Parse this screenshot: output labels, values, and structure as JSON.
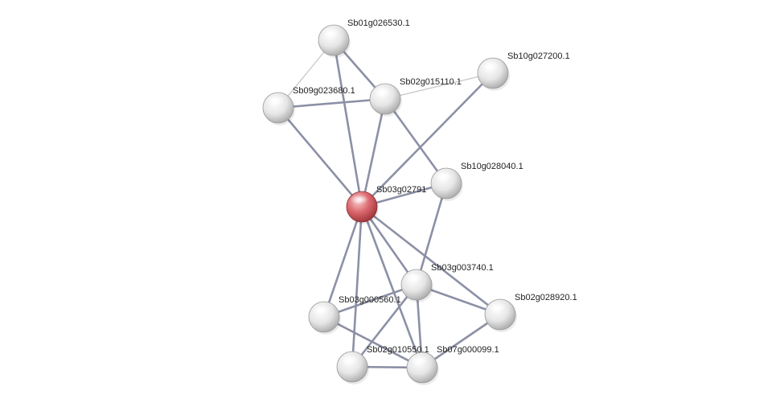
{
  "network": {
    "query_node": "Sb03g02791",
    "colors": {
      "query_node": "#d9646a",
      "neighbor_node": "#e4e4e4",
      "edge_strong": "#8c90a6",
      "edge_weak": "#c8c8c8",
      "label": "#222222"
    },
    "nodes": [
      {
        "id": "sb01",
        "label": "Sb01g026530.1",
        "query": false
      },
      {
        "id": "sb09",
        "label": "Sb09g023680.1",
        "query": false
      },
      {
        "id": "sb02a",
        "label": "Sb02g015110.1",
        "query": false
      },
      {
        "id": "sb10a",
        "label": "Sb10g027200.1",
        "query": false
      },
      {
        "id": "sb10b",
        "label": "Sb10g028040.1",
        "query": false
      },
      {
        "id": "sb03q",
        "label": "Sb03g02791",
        "query": true
      },
      {
        "id": "sb03b",
        "label": "Sb03g003740.1",
        "query": false
      },
      {
        "id": "sb03c",
        "label": "Sb03g000560.1",
        "query": false
      },
      {
        "id": "sb02c",
        "label": "Sb02g028920.1",
        "query": false
      },
      {
        "id": "sb02b",
        "label": "Sb02g010550.1",
        "query": false
      },
      {
        "id": "sb07",
        "label": "Sb07g000099.1",
        "query": false
      }
    ],
    "edges": [
      {
        "source": "sb01",
        "target": "sb09",
        "weak": true
      },
      {
        "source": "sb01",
        "target": "sb02a",
        "weak": false
      },
      {
        "source": "sb01",
        "target": "sb03q",
        "weak": false
      },
      {
        "source": "sb09",
        "target": "sb02a",
        "weak": false
      },
      {
        "source": "sb09",
        "target": "sb03q",
        "weak": false
      },
      {
        "source": "sb02a",
        "target": "sb10a",
        "weak": true
      },
      {
        "source": "sb02a",
        "target": "sb03q",
        "weak": false
      },
      {
        "source": "sb02a",
        "target": "sb10b",
        "weak": false
      },
      {
        "source": "sb10a",
        "target": "sb03q",
        "weak": false
      },
      {
        "source": "sb10b",
        "target": "sb03q",
        "weak": false
      },
      {
        "source": "sb10b",
        "target": "sb03b",
        "weak": false
      },
      {
        "source": "sb03q",
        "target": "sb03b",
        "weak": false
      },
      {
        "source": "sb03q",
        "target": "sb03c",
        "weak": false
      },
      {
        "source": "sb03q",
        "target": "sb02b",
        "weak": false
      },
      {
        "source": "sb03q",
        "target": "sb07",
        "weak": false
      },
      {
        "source": "sb03q",
        "target": "sb02c",
        "weak": false
      },
      {
        "source": "sb03b",
        "target": "sb02c",
        "weak": false
      },
      {
        "source": "sb03b",
        "target": "sb02b",
        "weak": false
      },
      {
        "source": "sb03b",
        "target": "sb07",
        "weak": false
      },
      {
        "source": "sb03c",
        "target": "sb07",
        "weak": false
      },
      {
        "source": "sb03c",
        "target": "sb03b",
        "weak": false
      },
      {
        "source": "sb02b",
        "target": "sb07",
        "weak": false
      },
      {
        "source": "sb07",
        "target": "sb02c",
        "weak": false
      }
    ]
  }
}
